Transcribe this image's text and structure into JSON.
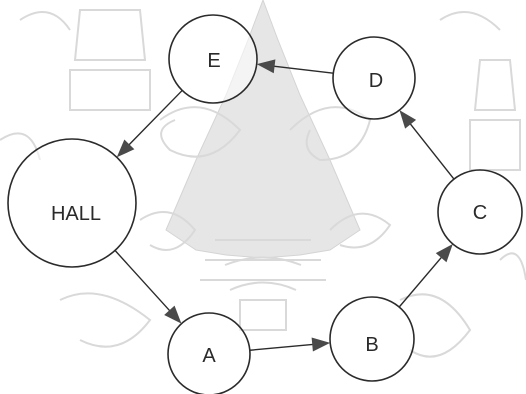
{
  "diagram": {
    "nodes": [
      {
        "id": "hall",
        "label": "HALL"
      },
      {
        "id": "a",
        "label": "A"
      },
      {
        "id": "b",
        "label": "B"
      },
      {
        "id": "c",
        "label": "C"
      },
      {
        "id": "d",
        "label": "D"
      },
      {
        "id": "e",
        "label": "E"
      }
    ],
    "edges": [
      {
        "from": "hall",
        "to": "a"
      },
      {
        "from": "a",
        "to": "b"
      },
      {
        "from": "b",
        "to": "c"
      },
      {
        "from": "c",
        "to": "d"
      },
      {
        "from": "d",
        "to": "e"
      },
      {
        "from": "e",
        "to": "hall"
      }
    ],
    "colors": {
      "stroke": "#2b2b2b",
      "arrow": "#4a4a4a",
      "text": "#2a2a2a",
      "watermark": "#d9d9d9"
    }
  }
}
